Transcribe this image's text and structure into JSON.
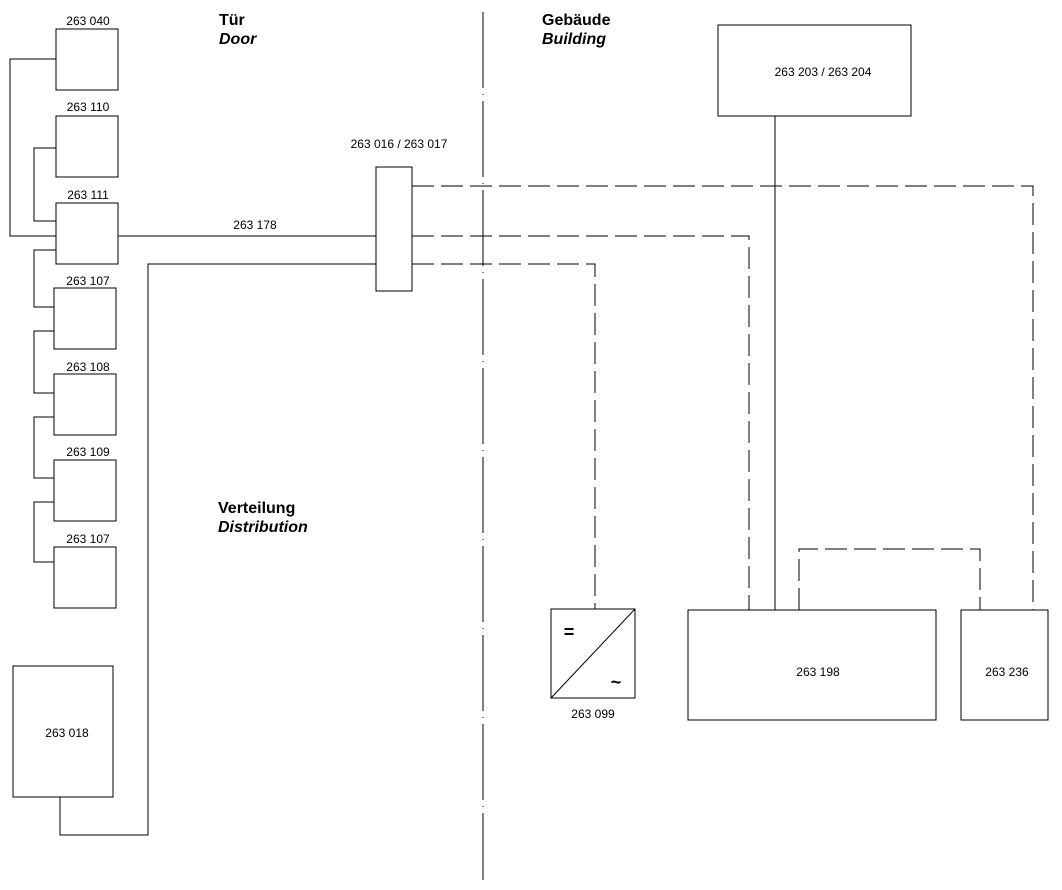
{
  "headings": {
    "door": {
      "de": "Tür",
      "en": "Door"
    },
    "building": {
      "de": "Gebäude",
      "en": "Building"
    },
    "distribution": {
      "de": "Verteilung",
      "en": "Distribution"
    }
  },
  "modules": {
    "m040": "263 040",
    "m110": "263 110",
    "m111": "263 111",
    "m107a": "263 107",
    "m108": "263 108",
    "m109": "263 109",
    "m107b": "263 107",
    "m018": "263 018",
    "m016": "263 016 / 263 017",
    "m203": "263 203 / 263 204",
    "m099": "263 099",
    "m198": "263 198",
    "m236": "263 236"
  },
  "cable_label": "263 178",
  "converter_symbols": {
    "dc": "=",
    "ac": "~"
  }
}
